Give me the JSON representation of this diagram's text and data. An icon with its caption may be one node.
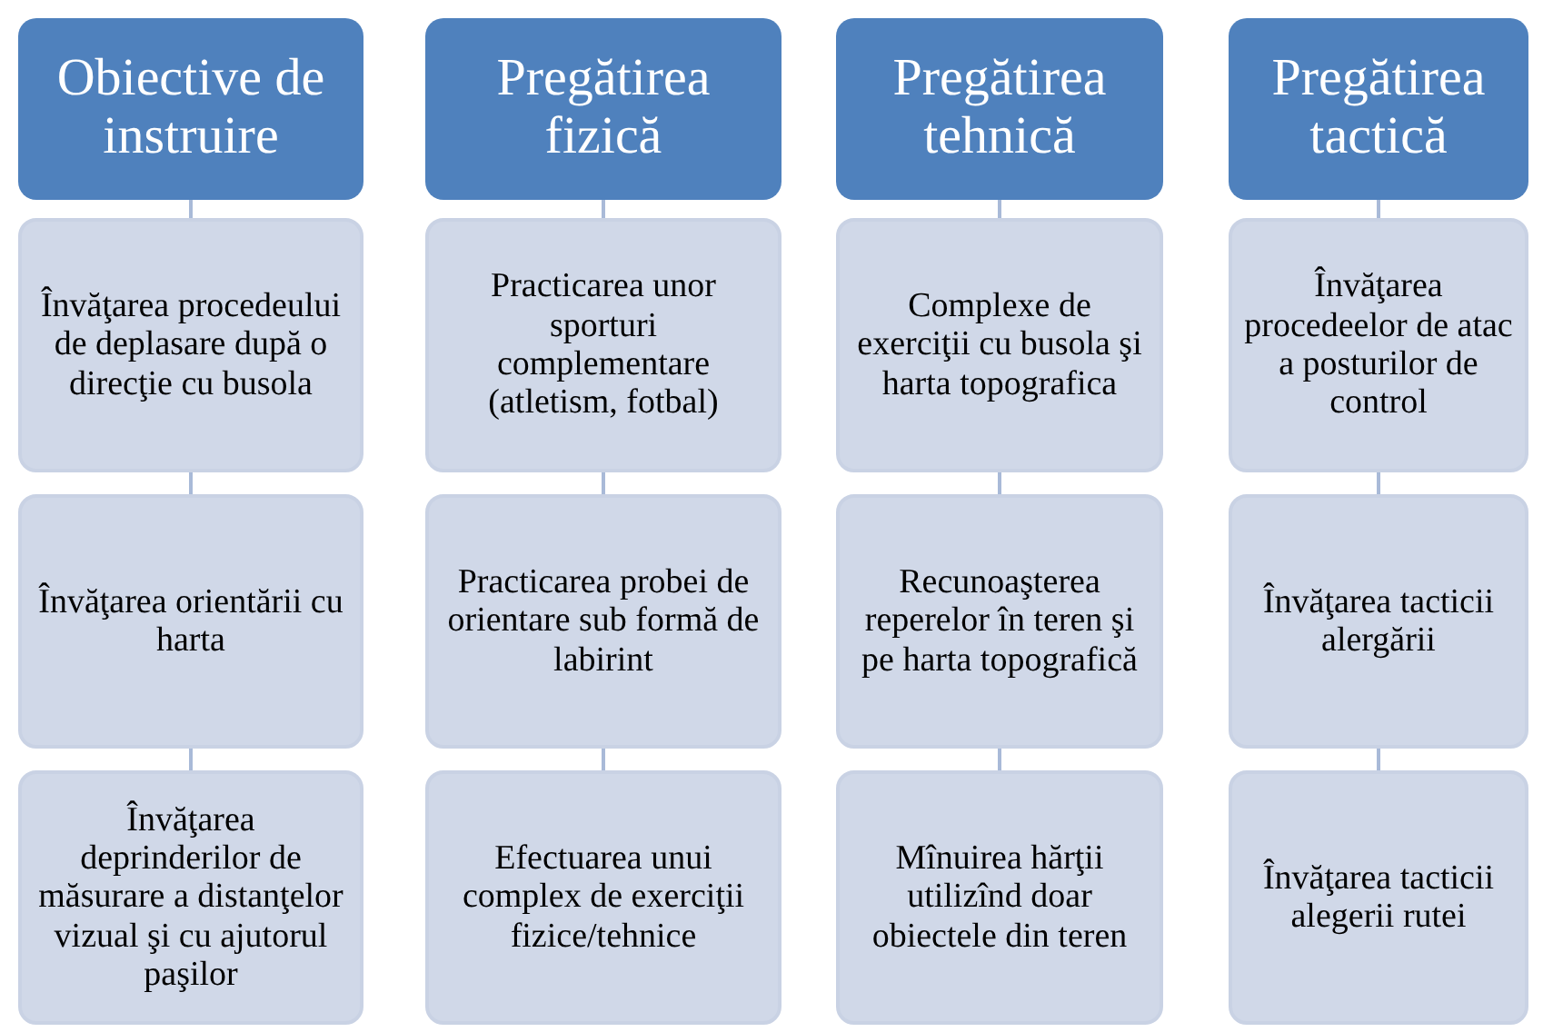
{
  "diagram": {
    "nodes": [
      {
        "text": [
          "Obiective de instruire"
        ]
      },
      {
        "text": [
          "Învăţarea procedeului de deplasare după o direcţie cu busola"
        ]
      },
      {
        "text": [
          "Învăţarea orientării cu harta"
        ]
      },
      {
        "text": [
          "Învăţarea deprinderilor de măsurare a distanţelor vizual şi cu ajutorul paşilor"
        ]
      },
      {
        "text": [
          "Pregătirea fizică"
        ]
      },
      {
        "text": [
          "Practicarea unor sporturi complementare (atletism, fotbal)"
        ]
      },
      {
        "text": [
          "Practicarea probei de orientare sub formă de labirint"
        ]
      },
      {
        "text": [
          "Efectuarea unui complex de exerciţii fizice/tehnice"
        ]
      },
      {
        "text": [
          "Pregătirea tehnică"
        ]
      },
      {
        "text": [
          "Complexe de exerciţii cu busola şi harta topografica"
        ]
      },
      {
        "text": [
          "Recunoaşterea reperelor în teren şi pe harta topografică"
        ]
      },
      {
        "text": [
          "Mînuirea hărţii utilizînd doar obiectele din teren"
        ]
      },
      {
        "text": [
          "Pregătirea tactică"
        ]
      },
      {
        "text": [
          "Învăţarea procedeelor de atac a posturilor de control"
        ]
      },
      {
        "text": [
          "Învăţarea tacticii alergării"
        ]
      },
      {
        "text": [
          "Învăţarea tacticii alegerii rutei"
        ]
      }
    ],
    "edges": [
      {
        "from": 0,
        "to": 1,
        "arrow": "none"
      },
      {
        "from": 1,
        "to": 2,
        "arrow": "none"
      },
      {
        "from": 2,
        "to": 3,
        "arrow": "none"
      },
      {
        "from": 4,
        "to": 5,
        "arrow": "none"
      },
      {
        "from": 5,
        "to": 6,
        "arrow": "none"
      },
      {
        "from": 6,
        "to": 7,
        "arrow": "none"
      },
      {
        "from": 8,
        "to": 9,
        "arrow": "none"
      },
      {
        "from": 9,
        "to": 10,
        "arrow": "none"
      },
      {
        "from": 10,
        "to": 11,
        "arrow": "none"
      },
      {
        "from": 12,
        "to": 13,
        "arrow": "none"
      },
      {
        "from": 13,
        "to": 14,
        "arrow": "none"
      },
      {
        "from": 14,
        "to": 15,
        "arrow": "none"
      }
    ]
  }
}
